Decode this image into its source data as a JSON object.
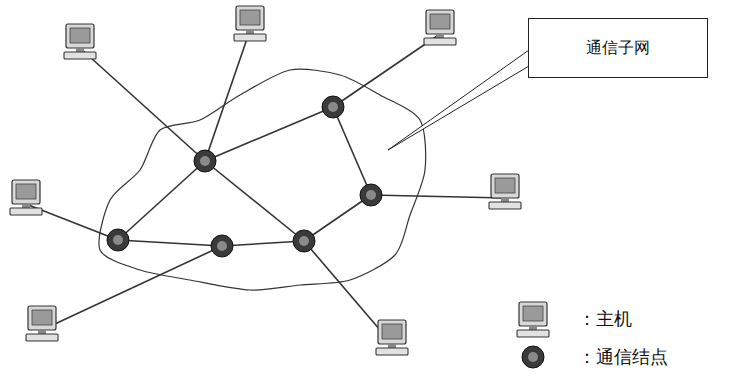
{
  "diagram": {
    "nodes": [
      {
        "text": [
          "通信子网"
        ]
      }
    ],
    "legend": [
      {
        "text": "：主机"
      },
      {
        "text": "：通信结点"
      }
    ]
  }
}
